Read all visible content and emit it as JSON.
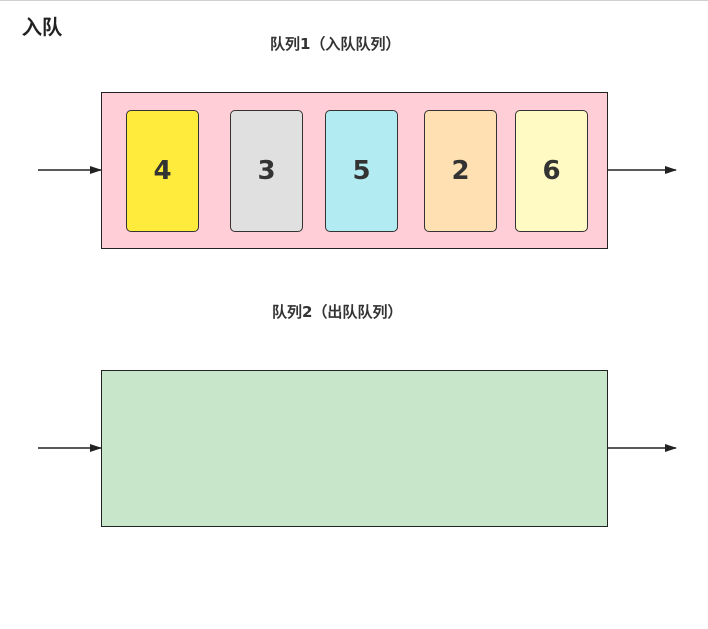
{
  "page_title": "入队",
  "colors": {
    "queue1_fill": "#ffced6",
    "queue2_fill": "#c8e6c9",
    "stroke": "#222222"
  },
  "queue1": {
    "label": "队列1（入队队列）",
    "items": [
      {
        "value": "4",
        "color": "#ffeb3b"
      },
      {
        "value": "3",
        "color": "#e0e0e0"
      },
      {
        "value": "5",
        "color": "#b2ebf2"
      },
      {
        "value": "2",
        "color": "#ffe0b2"
      },
      {
        "value": "6",
        "color": "#fff9c4"
      }
    ]
  },
  "queue2": {
    "label": "队列2（出队队列）",
    "items": []
  }
}
